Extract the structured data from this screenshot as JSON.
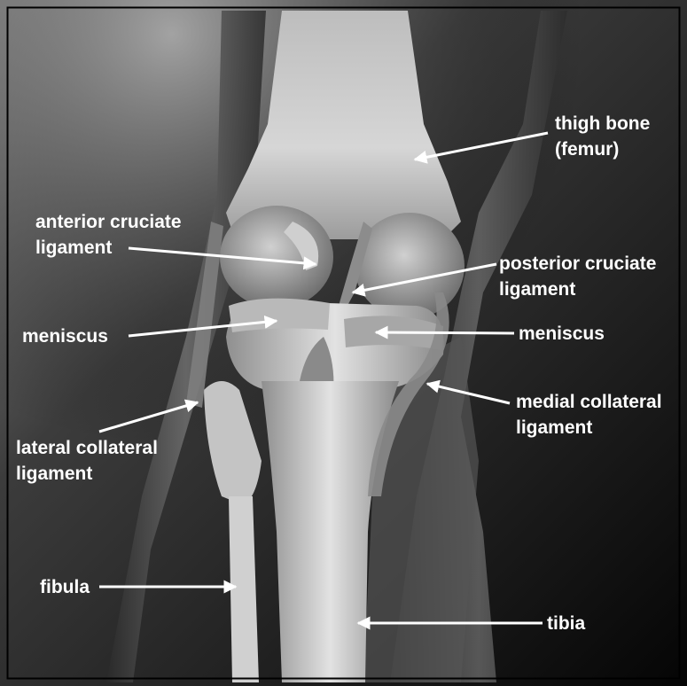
{
  "colors": {
    "background_dark": "#0b0b0b",
    "background_light": "#8a8a8a",
    "bone": "#d9d9d9",
    "label_text": "#ffffff",
    "arrow": "#ffffff",
    "frame": "#000000"
  },
  "labels": {
    "femur": {
      "line1": "thigh bone",
      "line2": "(femur)"
    },
    "acl": {
      "line1": "anterior cruciate",
      "line2": "ligament"
    },
    "pcl": {
      "line1": "posterior cruciate",
      "line2": "ligament"
    },
    "meniscus_left": {
      "line1": "meniscus"
    },
    "meniscus_right": {
      "line1": "meniscus"
    },
    "mcl": {
      "line1": "medial collateral",
      "line2": "ligament"
    },
    "lcl": {
      "line1": "lateral collateral",
      "line2": "ligament"
    },
    "fibula": {
      "line1": "fibula"
    },
    "tibia": {
      "line1": "tibia"
    }
  }
}
